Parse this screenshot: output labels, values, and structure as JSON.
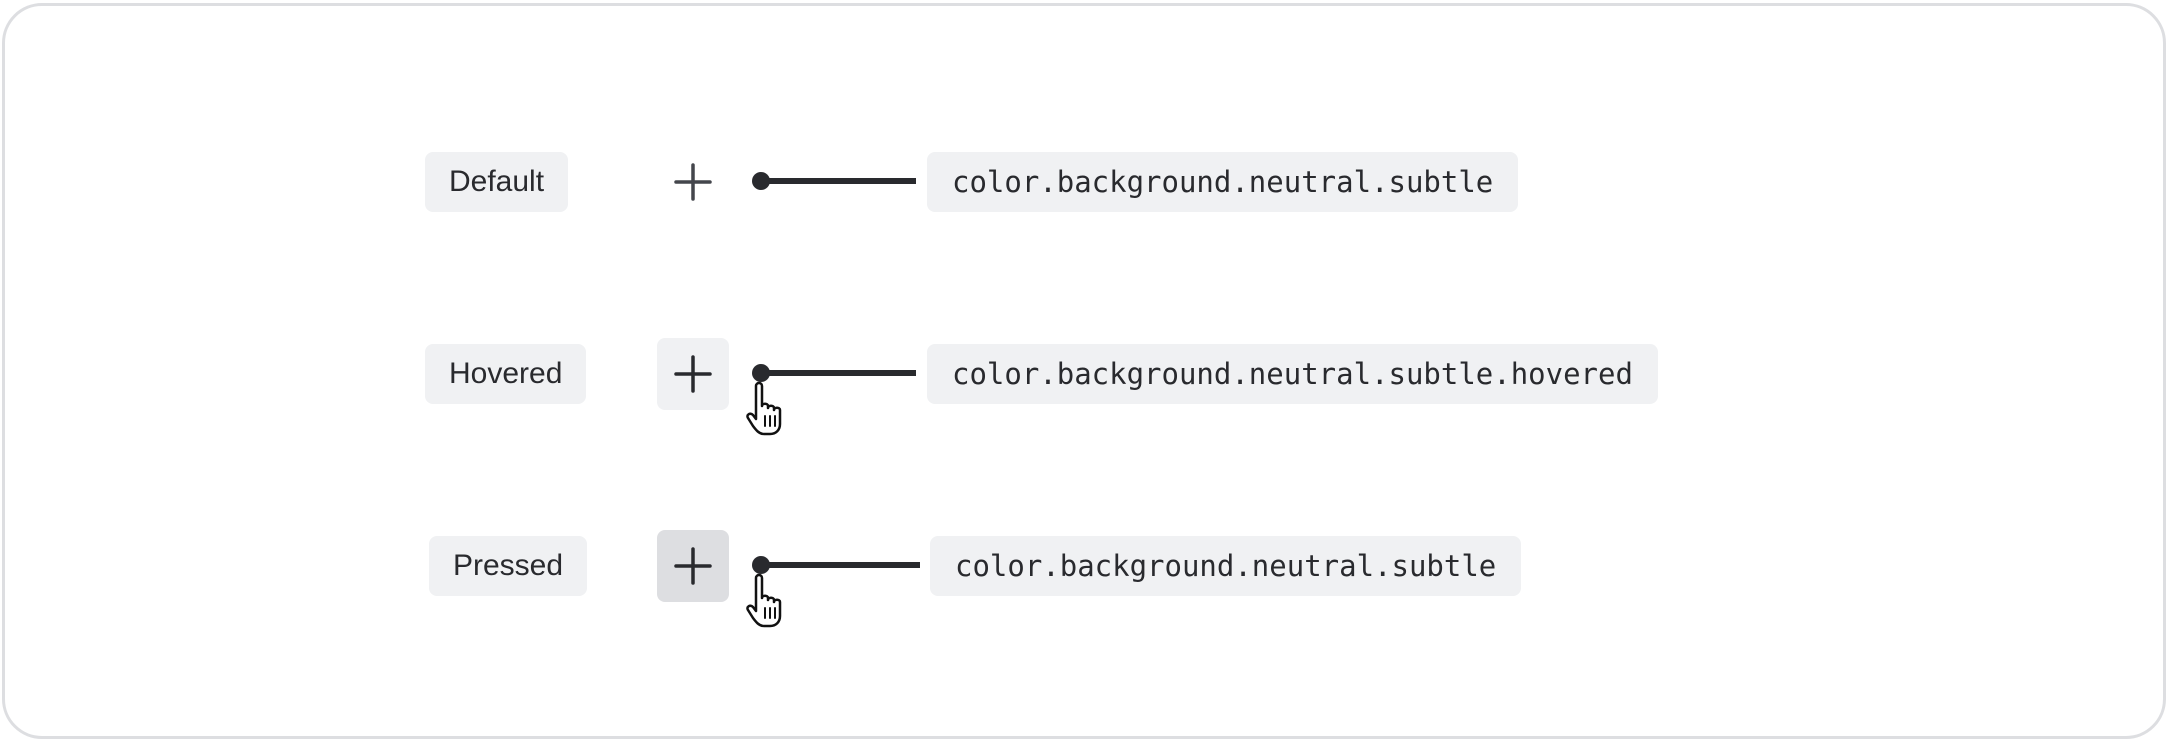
{
  "rows": [
    {
      "state_label": "Default",
      "token": "color.background.neutral.subtle"
    },
    {
      "state_label": "Hovered",
      "token": "color.background.neutral.subtle.hovered"
    },
    {
      "state_label": "Pressed",
      "token": "color.background.neutral.subtle"
    }
  ],
  "icons": {
    "button": "plus-icon",
    "cursor": "hand-pointer-cursor-icon"
  },
  "colors": {
    "surface": "#ffffff",
    "frame_border": "#dddee1",
    "label_bg": "#f0f1f3",
    "hovered_bg": "#f0f1f3",
    "pressed_bg": "#dddee1",
    "ink": "#292a2e"
  }
}
